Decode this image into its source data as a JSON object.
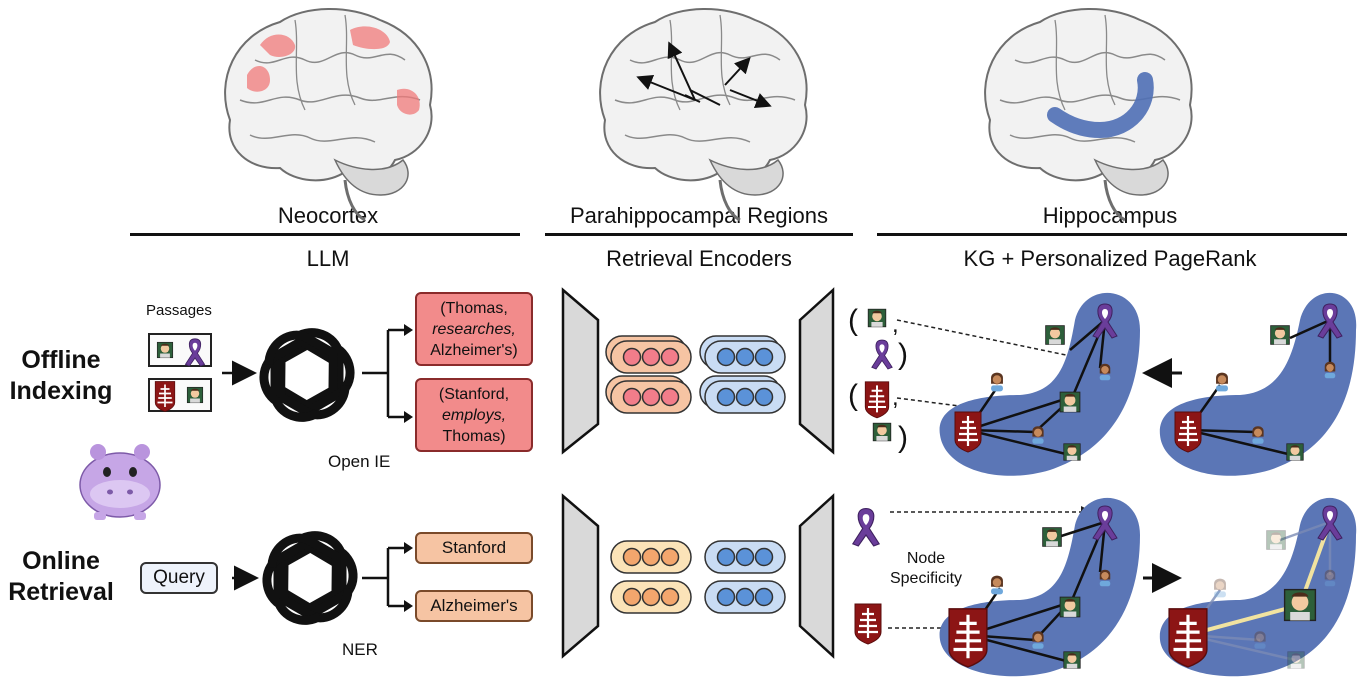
{
  "headers": {
    "neocortex": "Neocortex",
    "parahippocampal": "Parahippocampal Regions",
    "hippocampus": "Hippocampus",
    "llm": "LLM",
    "retrieval_encoders": "Retrieval Encoders",
    "kg_ppr": "KG + Personalized PageRank"
  },
  "rows": {
    "offline_line1": "Offline",
    "offline_line2": "Indexing",
    "online_line1": "Online",
    "online_line2": "Retrieval"
  },
  "labels": {
    "passages": "Passages",
    "open_ie": "Open IE",
    "ner": "NER",
    "query": "Query",
    "node_specificity_1": "Node",
    "node_specificity_2": "Specificity"
  },
  "triples": [
    {
      "subject": "(Thomas,",
      "relation": "researches,",
      "object": "Alzheimer's)"
    },
    {
      "subject": "(Stanford,",
      "relation": "employs,",
      "object": "Thomas)"
    }
  ],
  "entities": [
    "Stanford",
    "Alzheimer's"
  ],
  "colors": {
    "triple_fill": "#f28b8b",
    "entity_fill": "#f6c4a3",
    "kg_blob": "#5b76b6",
    "stanford_red": "#8c1515",
    "ribbon_purple": "#6a3d9a",
    "embedding_blue": "#5b92d8",
    "embedding_red": "#f27d8a",
    "embedding_orange": "#f3a66d",
    "brain_highlight_pink": "#f07a7a",
    "brain_highlight_blue": "#4f6fb5",
    "ppr_path": "#f1e3a0"
  },
  "icons": [
    "brain-icon",
    "openai-logo-icon",
    "stanford-logo-icon",
    "purple-ribbon-icon",
    "person-avatar-icon",
    "hippo-mascot-icon",
    "encoder-trapezoid-icon"
  ]
}
